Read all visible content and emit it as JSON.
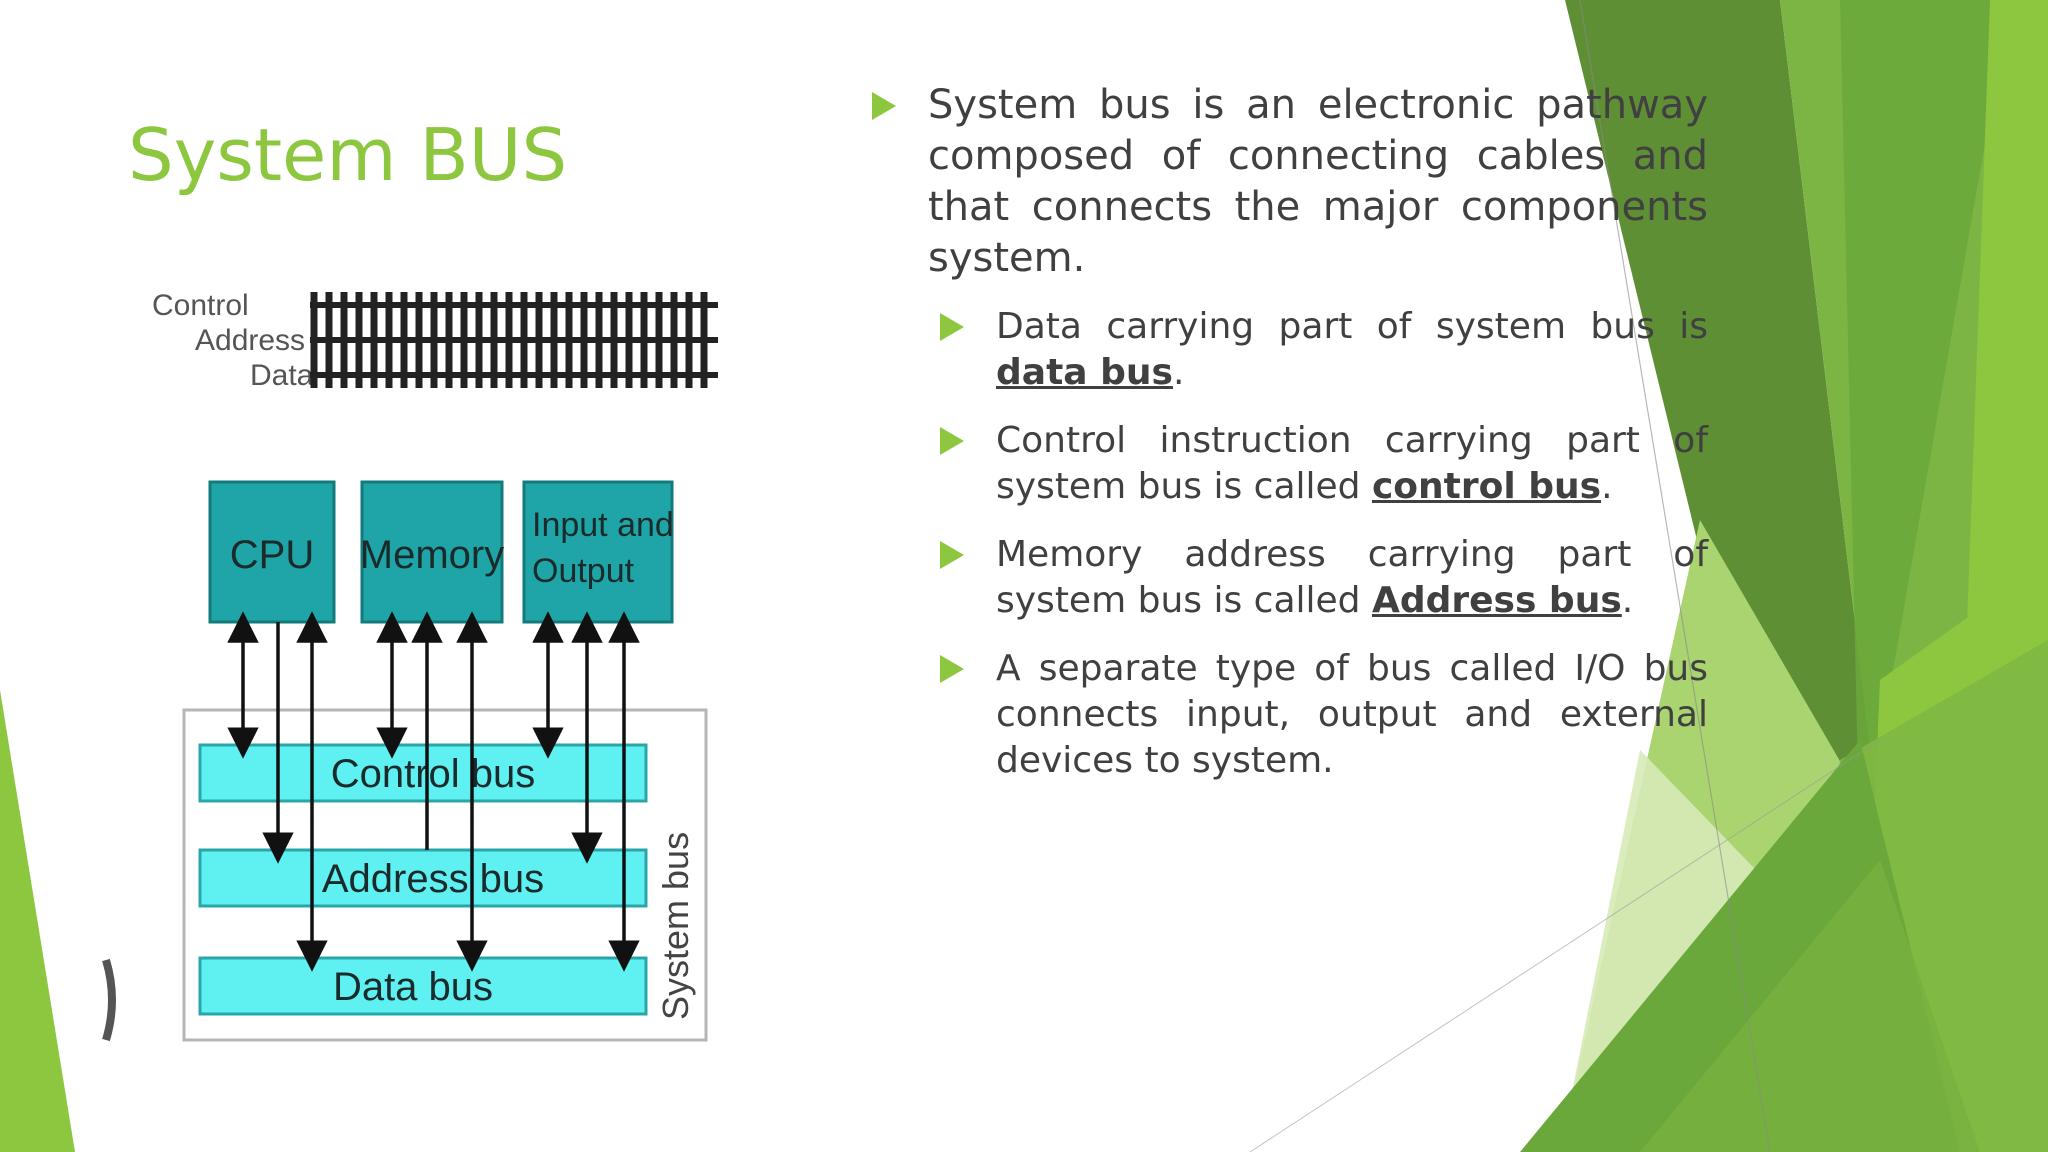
{
  "slide": {
    "title": "System BUS",
    "bullets": [
      {
        "text": "System bus is an electronic pathway composed of connecting cables and that connects the major components system."
      }
    ],
    "sub_bullets": [
      {
        "before": "Data carrying part of system bus is ",
        "keyword": "data bus",
        "after": "."
      },
      {
        "before": "Control instruction carrying part of system bus is called ",
        "keyword": "control bus",
        "after": "."
      },
      {
        "before": "Memory address carrying part of system bus is called ",
        "keyword": "Address bus",
        "after": "."
      },
      {
        "before": "A separate type of bus called I/O bus connects input, output and external devices to system.",
        "keyword": "",
        "after": ""
      }
    ]
  },
  "diagram": {
    "legend_labels": [
      "Control",
      "Address",
      "Data"
    ],
    "components": [
      "CPU",
      "Memory",
      "Input and Output"
    ],
    "buses": [
      "Control bus",
      "Address bus",
      "Data bus"
    ],
    "group_label": "System bus"
  },
  "colors": {
    "accent_green": "#8dc63f",
    "component_fill": "#1fa5a7",
    "bus_fill": "#5ff0f2",
    "text_gray": "#404040"
  },
  "icons": {
    "bullet": "triangle-bullet-icon"
  }
}
